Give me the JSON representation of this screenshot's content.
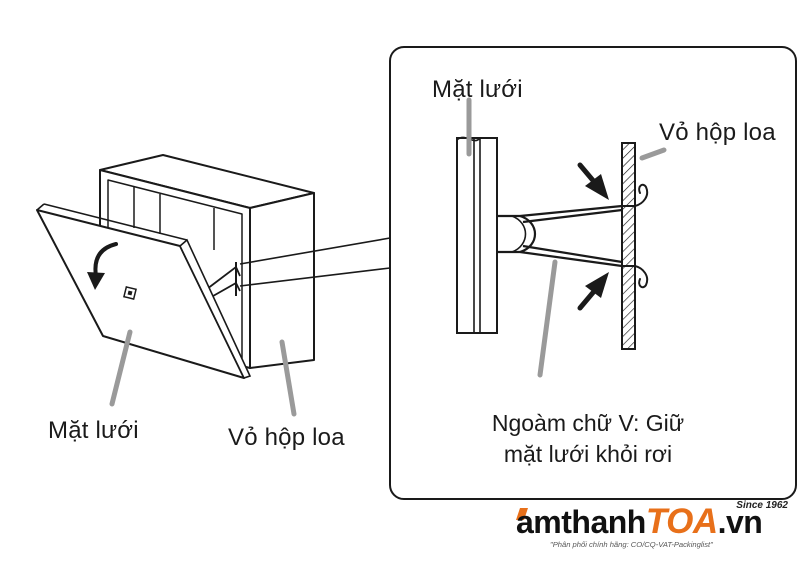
{
  "labels": {
    "grille_left": "Mặt lưới",
    "box_left": "Vỏ hộp loa",
    "grille_detail": "Mặt lưới",
    "box_detail": "Vỏ hộp loa",
    "caption_line1": "Ngoàm chữ V: Giữ",
    "caption_line2": "mặt lưới khỏi rơi"
  },
  "brand": {
    "part_a": "amthanh",
    "part_b": "TOA",
    "part_c": ".vn",
    "since": "Since 1962",
    "tagline": "\"Phân phối chính hãng: CO/CQ-VAT-Packinglist\""
  },
  "colors": {
    "line": "#1a1a1a",
    "pointer": "#9a9a9a",
    "brand_accent": "#e8701a"
  }
}
